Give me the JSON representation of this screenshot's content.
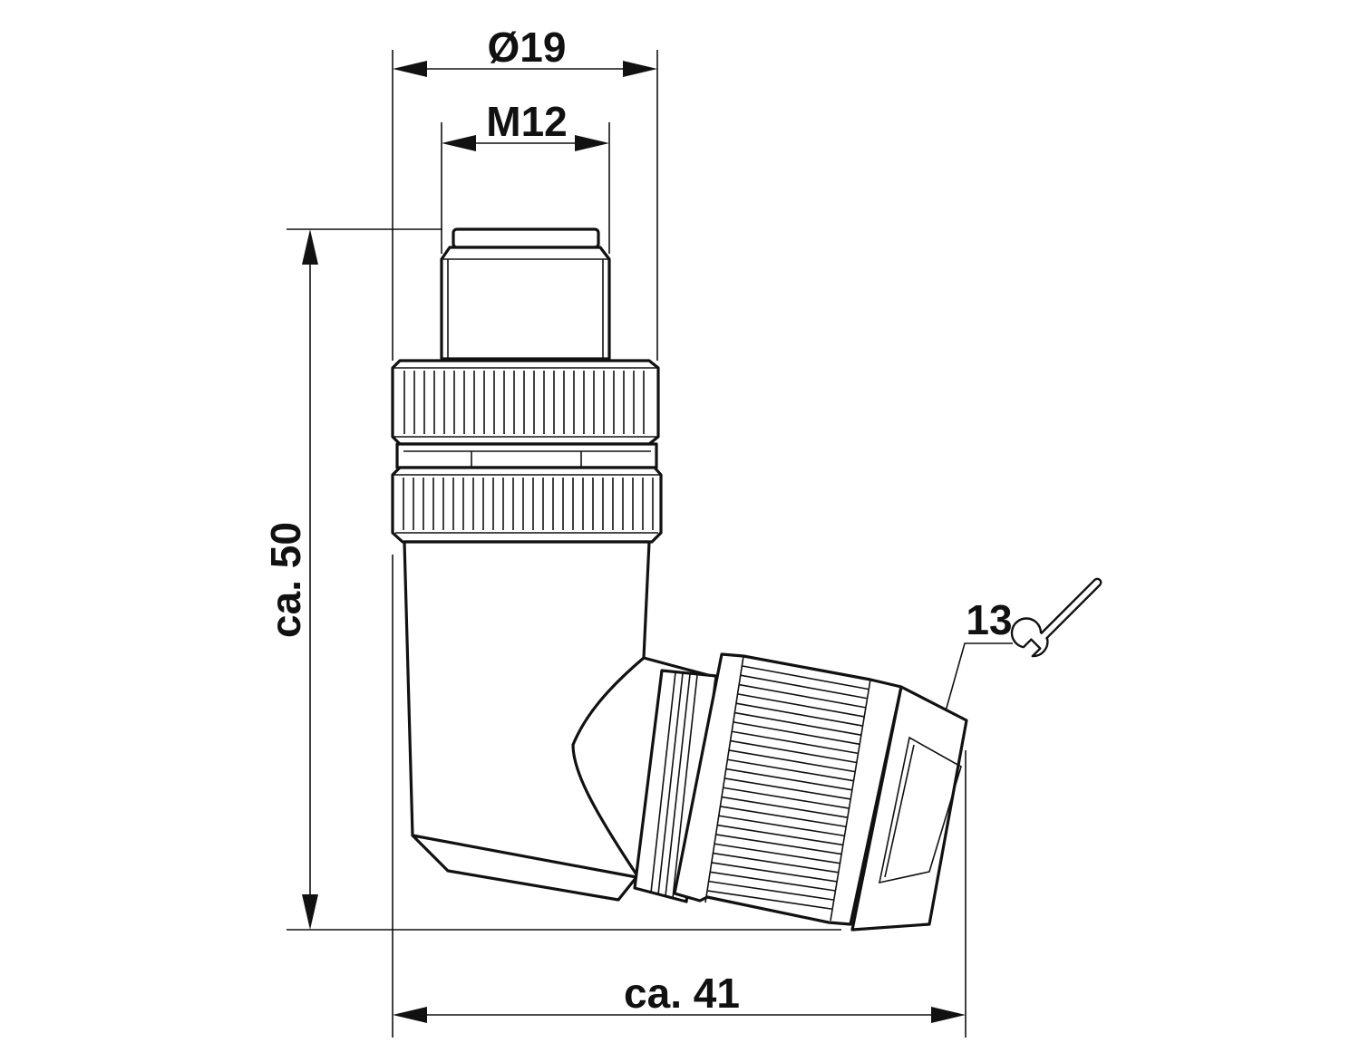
{
  "dimensions": {
    "outer_diameter": "Ø19",
    "thread": "M12",
    "height": "ca. 50",
    "width": "ca. 41",
    "wrench_size": "13"
  },
  "icons": {
    "wrench": "wrench-icon"
  },
  "colors": {
    "line": "#111111",
    "background": "#ffffff"
  }
}
